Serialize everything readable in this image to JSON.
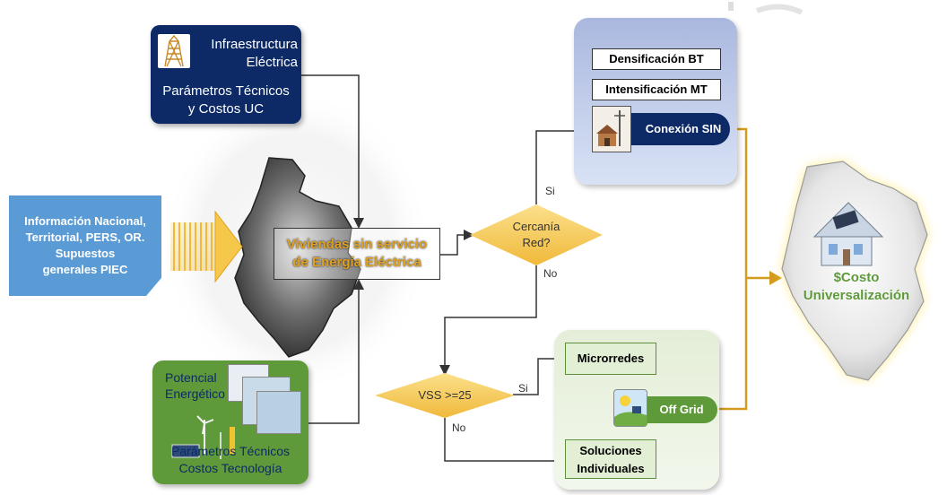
{
  "infraestructura": {
    "title_line1": "Infraestructura",
    "title_line2": "Eléctrica",
    "subtitle_line1": "Parámetros Técnicos",
    "subtitle_line2": "y Costos UC"
  },
  "informacion": {
    "line1": "Información Nacional,",
    "line2": "Territorial, PERS, OR.",
    "line3": "Supuestos",
    "line4": "generales PIEC"
  },
  "viviendas": {
    "line1": "Viviendas sin servicio",
    "line2": "de Energía Eléctrica"
  },
  "cercania": {
    "line1": "Cercanía",
    "line2": "Red?",
    "yes_label": "Si",
    "no_label": "No"
  },
  "vss": {
    "label": "VSS >=25",
    "yes_label": "Si",
    "no_label": "No"
  },
  "sin_panel": {
    "densificacion": "Densificación  BT",
    "intensificacion": "Intensificación MT",
    "conexion": "Conexión SIN"
  },
  "green_panel": {
    "microrredes": "Microrredes",
    "offgrid": "Off Grid",
    "soluciones_line1": "Soluciones",
    "soluciones_line2": "Individuales"
  },
  "potencial": {
    "title_line1": "Potencial",
    "title_line2": "Energético",
    "subtitle_line1": "Parámetros Técnicos",
    "subtitle_line2": "Costos Tecnología"
  },
  "resultado": {
    "line1": "$Costo",
    "line2": "Universalización"
  },
  "colors": {
    "navy": "#0d2a66",
    "info_blue": "#5b9bd5",
    "diamond_gold": "#f5c74a",
    "connector_gold": "#d49a1e",
    "green": "#5f9a3a"
  }
}
